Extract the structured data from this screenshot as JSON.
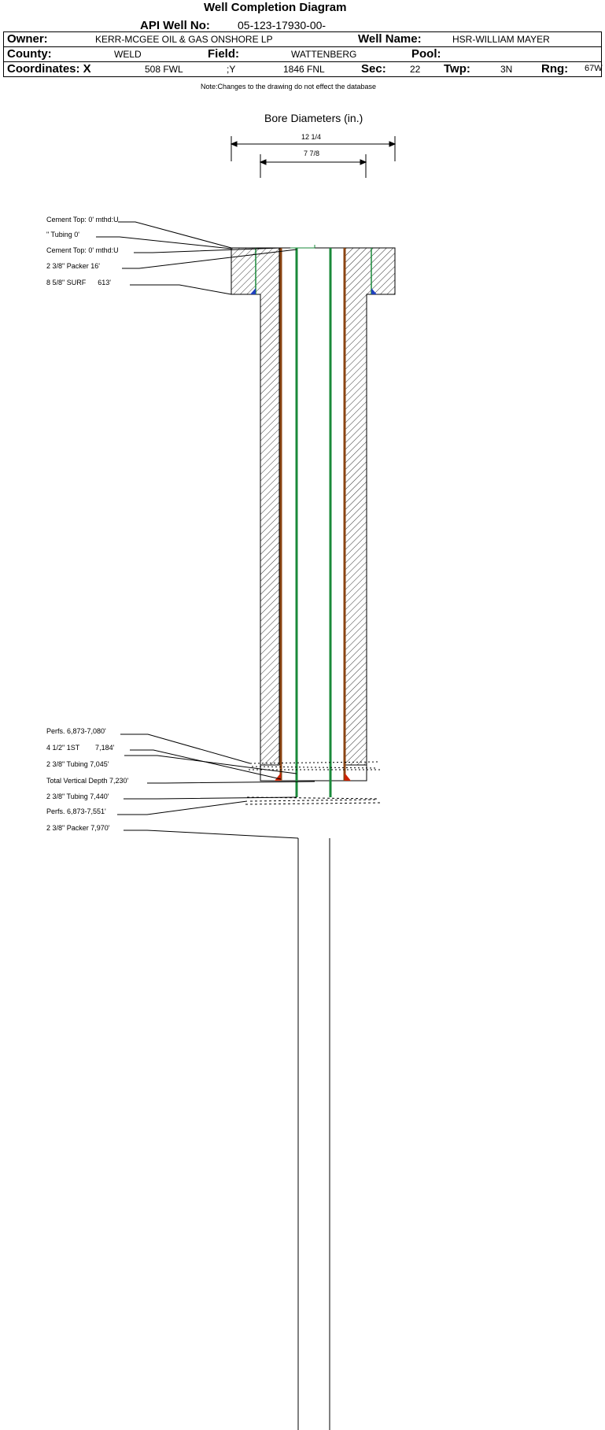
{
  "header": {
    "title": "Well Completion Diagram",
    "api_label": "API Well No:",
    "api_value": "05-123-17930-00-",
    "owner_label": "Owner:",
    "owner_value": "KERR-MCGEE OIL & GAS ONSHORE LP",
    "well_name_label": "Well Name:",
    "well_name_value": "HSR-WILLIAM MAYER",
    "county_label": "County:",
    "county_value": "WELD",
    "field_label": "Field:",
    "field_value": "WATTENBERG",
    "pool_label": "Pool:",
    "pool_value": "",
    "coords_label": "Coordinates: X",
    "x_value": "508 FWL",
    "y_label": ";Y",
    "y_value": "1846 FNL",
    "sec_label": "Sec:",
    "sec_value": "22",
    "twp_label": "Twp:",
    "twp_value": "3N",
    "rng_label": "Rng:",
    "rng_value": "67W"
  },
  "note": "Note:Changes to the drawing do not effect the database",
  "bore": {
    "title": "Bore Diameters (in.)",
    "outer": "12 1/4",
    "inner": "7 7/8"
  },
  "annotations_top": [
    "Cement Top: 0' mthd:U",
    "\" Tubing 0'",
    "Cement Top: 0' mthd:U",
    "2 3/8\" Packer 16'",
    "8 5/8\" SURF      613'"
  ],
  "annotations_bottom": [
    "Perfs. 6,873-7,080'",
    "4 1/2\" 1ST        7,184'",
    "2 3/8\" Tubing 7,045'",
    "Total Vertical Depth 7,230'",
    "2 3/8\" Tubing 7,440'",
    "Perfs. 6,873-7,551'",
    "2 3/8\" Packer 7,970'"
  ],
  "colors": {
    "casing": "#8b4513",
    "tubing": "#1a8a3a",
    "cement_shoe_surface": "#1f3fbf",
    "cement_shoe_production": "#cc2200",
    "line": "#000000"
  }
}
